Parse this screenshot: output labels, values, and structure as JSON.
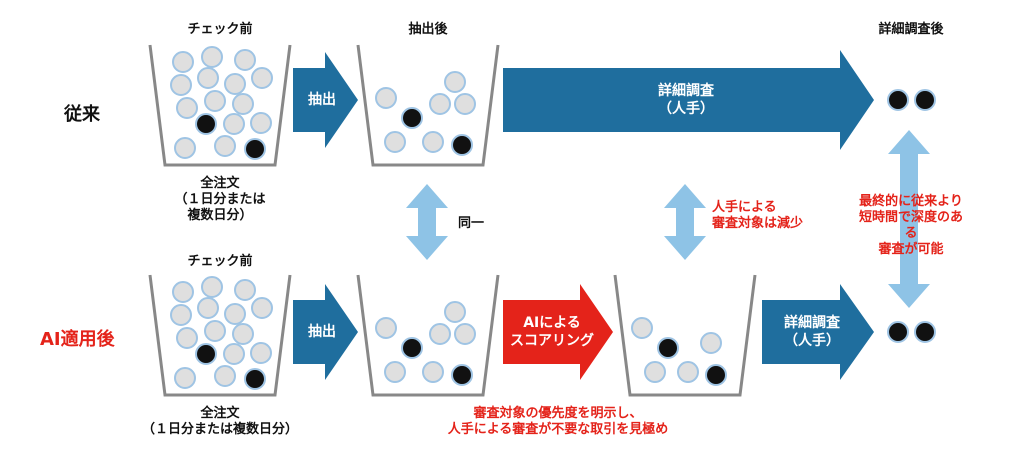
{
  "rows": {
    "conventional_label": "従来",
    "ai_label": "AI適用後"
  },
  "top": {
    "before_check_label": "チェック前",
    "after_extract_label": "抽出後",
    "after_detail_label": "詳細調査後",
    "all_orders_label": "全注文\n（１日分または\n複数日分）",
    "extract_arrow_label": "抽出",
    "detail_arrow_label": "詳細調査\n（人手）"
  },
  "bottom": {
    "before_check_label": "チェック前",
    "all_orders_label": "全注文\n（１日分または複数日分）",
    "extract_arrow_label": "抽出",
    "ai_arrow_label": "AIによる\nスコアリング",
    "detail_arrow_label": "詳細調査\n（人手）",
    "bottom_note": "審査対象の優先度を明示し、\n人手による審査が不要な取引を見極め"
  },
  "notes": {
    "same_label": "同一",
    "manual_reduced": "人手による\n審査対象は減少",
    "final_note": "最終的に従来より\n短時間で深度のある\n審査が可能"
  },
  "colors": {
    "blue_arrow": "#1f6e9e",
    "light_arrow": "#8ec3e6",
    "red_arrow": "#e4231a",
    "ball_fill": "#dfdfdf",
    "ball_outline": "#9fc4e4",
    "black_ball": "#111111"
  }
}
